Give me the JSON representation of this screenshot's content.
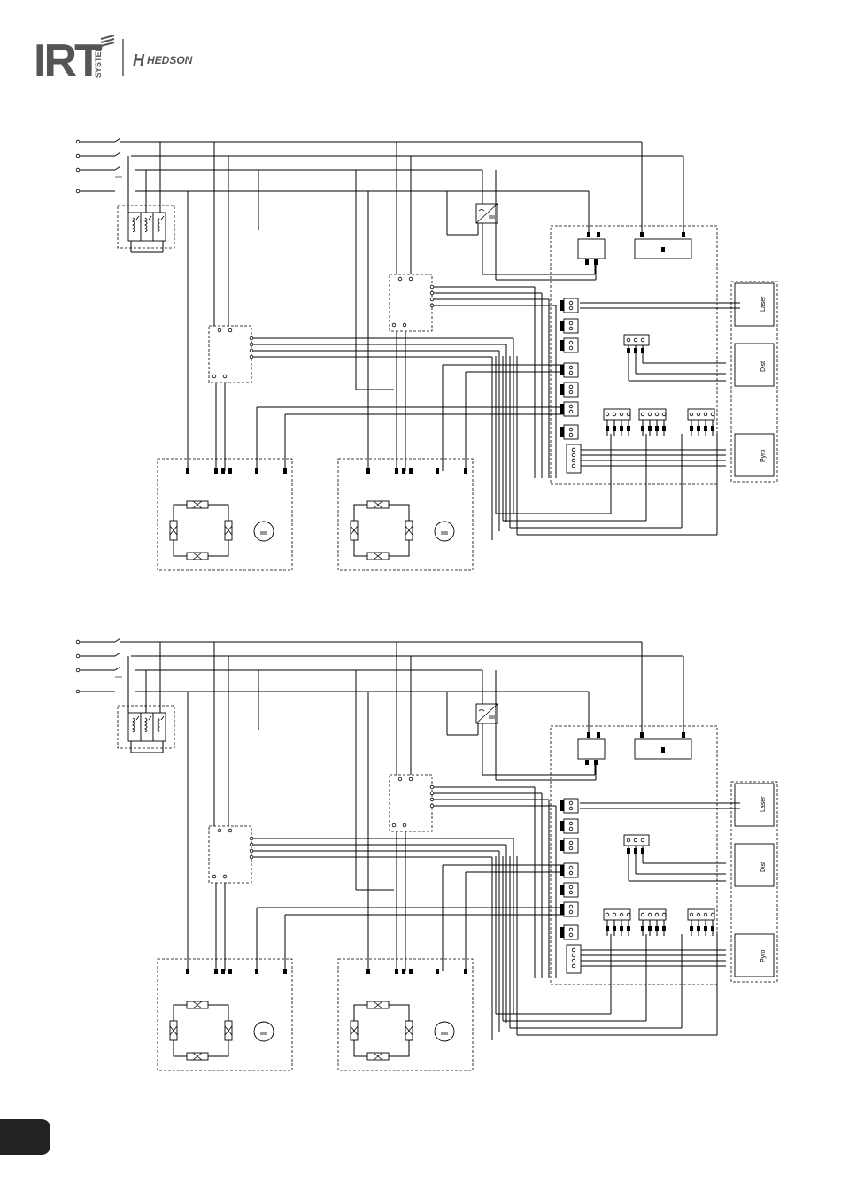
{
  "header": {
    "logo_main": "IRT",
    "logo_sub": "SYSTEM",
    "brand": "HEDSON"
  },
  "diagrams": [
    {
      "sensor_labels": [
        "Laser",
        "Dist",
        "Pyro"
      ]
    },
    {
      "sensor_labels": [
        "Laser",
        "Dist",
        "Pyro"
      ]
    }
  ],
  "colors": {
    "line": "#000000",
    "tab": "#222222"
  },
  "icons": [
    "breaker-icon",
    "transformer-icon",
    "ac-dc-converter-icon",
    "lamp-icon",
    "fan-motor-icon",
    "terminal-icon"
  ]
}
